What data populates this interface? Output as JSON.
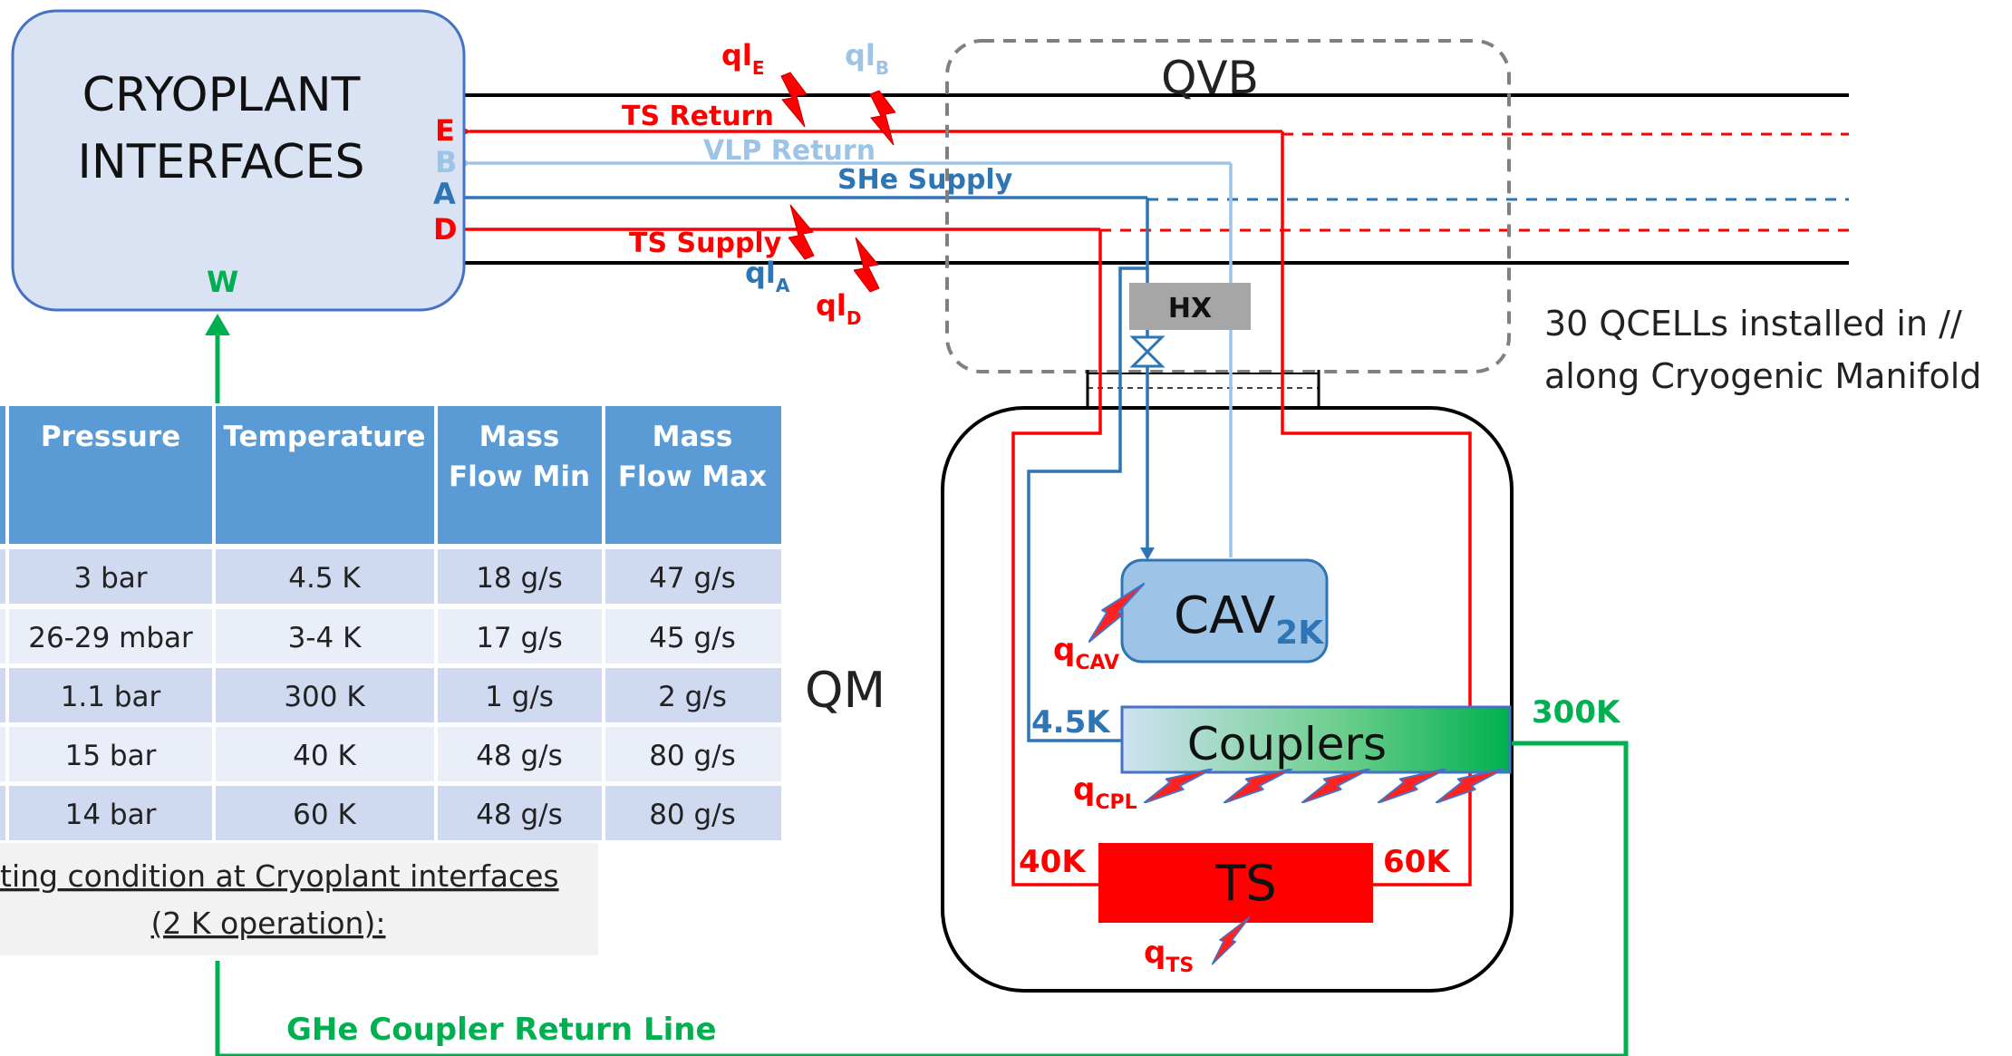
{
  "cryoplant": {
    "title_line1": "CRYOPLANT",
    "title_line2": "INTERFACES",
    "ports": {
      "E": "E",
      "B": "B",
      "A": "A",
      "D": "D",
      "W": "W"
    }
  },
  "lines": {
    "ts_return": "TS Return",
    "vlp_return": "VLP Return",
    "she_supply": "SHe Supply",
    "ts_supply": "TS Supply",
    "ghe_return": "GHe Coupler Return Line"
  },
  "heat_loads": {
    "ql_e": {
      "base": "ql",
      "sub": "E"
    },
    "ql_b": {
      "base": "ql",
      "sub": "B"
    },
    "ql_a": {
      "base": "ql",
      "sub": "A"
    },
    "ql_d": {
      "base": "ql",
      "sub": "D"
    },
    "q_cav": {
      "base": "q",
      "sub": "CAV"
    },
    "q_cpl": {
      "base": "q",
      "sub": "CPL"
    },
    "q_ts": {
      "base": "q",
      "sub": "TS"
    }
  },
  "qvb": {
    "label": "QVB",
    "hx": "HX"
  },
  "qm": {
    "label": "QM",
    "cav": "CAV",
    "cav_sub": "2K",
    "couplers": "Couplers",
    "ts": "TS",
    "t_4_5k": "4.5K",
    "t_300k": "300K",
    "t_40k": "40K",
    "t_60k": "60K"
  },
  "note": {
    "line1": "30 QCELLs installed in //",
    "line2": "along Cryogenic Manifold"
  },
  "table": {
    "headers": [
      [
        "Pressure"
      ],
      [
        "Temperature"
      ],
      [
        "Mass",
        "Flow Min"
      ],
      [
        "Mass",
        "Flow Max"
      ]
    ],
    "rows": [
      [
        "3 bar",
        "4.5 K",
        "18 g/s",
        "47 g/s"
      ],
      [
        "26-29 mbar",
        "3-4 K",
        "17 g/s",
        "45 g/s"
      ],
      [
        "1.1 bar",
        "300 K",
        "1 g/s",
        "2 g/s"
      ],
      [
        "15 bar",
        "40 K",
        "48 g/s",
        "80 g/s"
      ],
      [
        "14 bar",
        "60 K",
        "48 g/s",
        "80 g/s"
      ]
    ],
    "caption_line1": "ting condition at Cryoplant interfaces",
    "caption_line2": "(2 K operation):"
  },
  "colors": {
    "red": "#ff0000",
    "light_blue": "#9dc3e6",
    "blue": "#2e75b6",
    "green": "#00b050",
    "table_header": "#5b9bd5",
    "box_fill": "#dae3f3",
    "cav_fill": "#9dc3e6",
    "qvb_border": "#808080",
    "hx_fill": "#a6a6a6"
  }
}
